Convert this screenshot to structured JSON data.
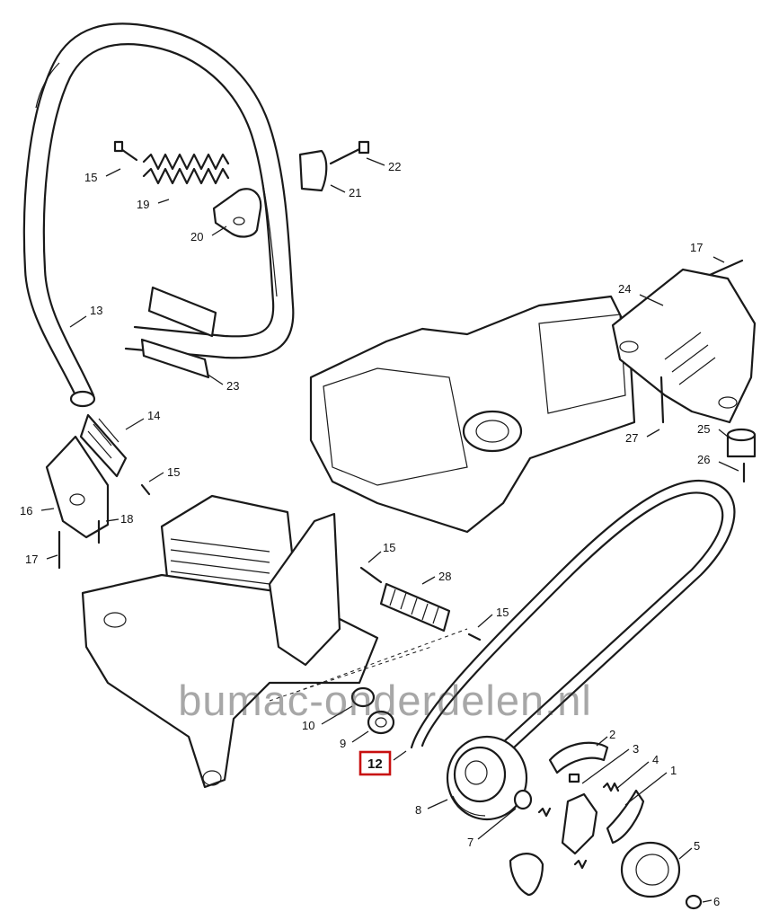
{
  "watermark": "bumac-onderdelen.nl",
  "highlight_color": "#c81010",
  "highlighted_part": "12",
  "callouts": [
    {
      "id": "c15a",
      "text": "15"
    },
    {
      "id": "c19",
      "text": "19"
    },
    {
      "id": "c20",
      "text": "20"
    },
    {
      "id": "c21",
      "text": "21"
    },
    {
      "id": "c22",
      "text": "22"
    },
    {
      "id": "c13",
      "text": "13"
    },
    {
      "id": "c23",
      "text": "23"
    },
    {
      "id": "c14",
      "text": "14"
    },
    {
      "id": "c15b",
      "text": "15"
    },
    {
      "id": "c16",
      "text": "16"
    },
    {
      "id": "c18",
      "text": "18"
    },
    {
      "id": "c17a",
      "text": "17"
    },
    {
      "id": "c17b",
      "text": "17"
    },
    {
      "id": "c24",
      "text": "24"
    },
    {
      "id": "c27",
      "text": "27"
    },
    {
      "id": "c25",
      "text": "25"
    },
    {
      "id": "c26",
      "text": "26"
    },
    {
      "id": "c15c",
      "text": "15"
    },
    {
      "id": "c28",
      "text": "28"
    },
    {
      "id": "c15d",
      "text": "15"
    },
    {
      "id": "c10",
      "text": "10"
    },
    {
      "id": "c9",
      "text": "9"
    },
    {
      "id": "c12",
      "text": "12"
    },
    {
      "id": "c8",
      "text": "8"
    },
    {
      "id": "c7",
      "text": "7"
    },
    {
      "id": "c2",
      "text": "2"
    },
    {
      "id": "c3",
      "text": "3"
    },
    {
      "id": "c4",
      "text": "4"
    },
    {
      "id": "c1",
      "text": "1"
    },
    {
      "id": "c5",
      "text": "5"
    },
    {
      "id": "c6",
      "text": "6"
    }
  ]
}
